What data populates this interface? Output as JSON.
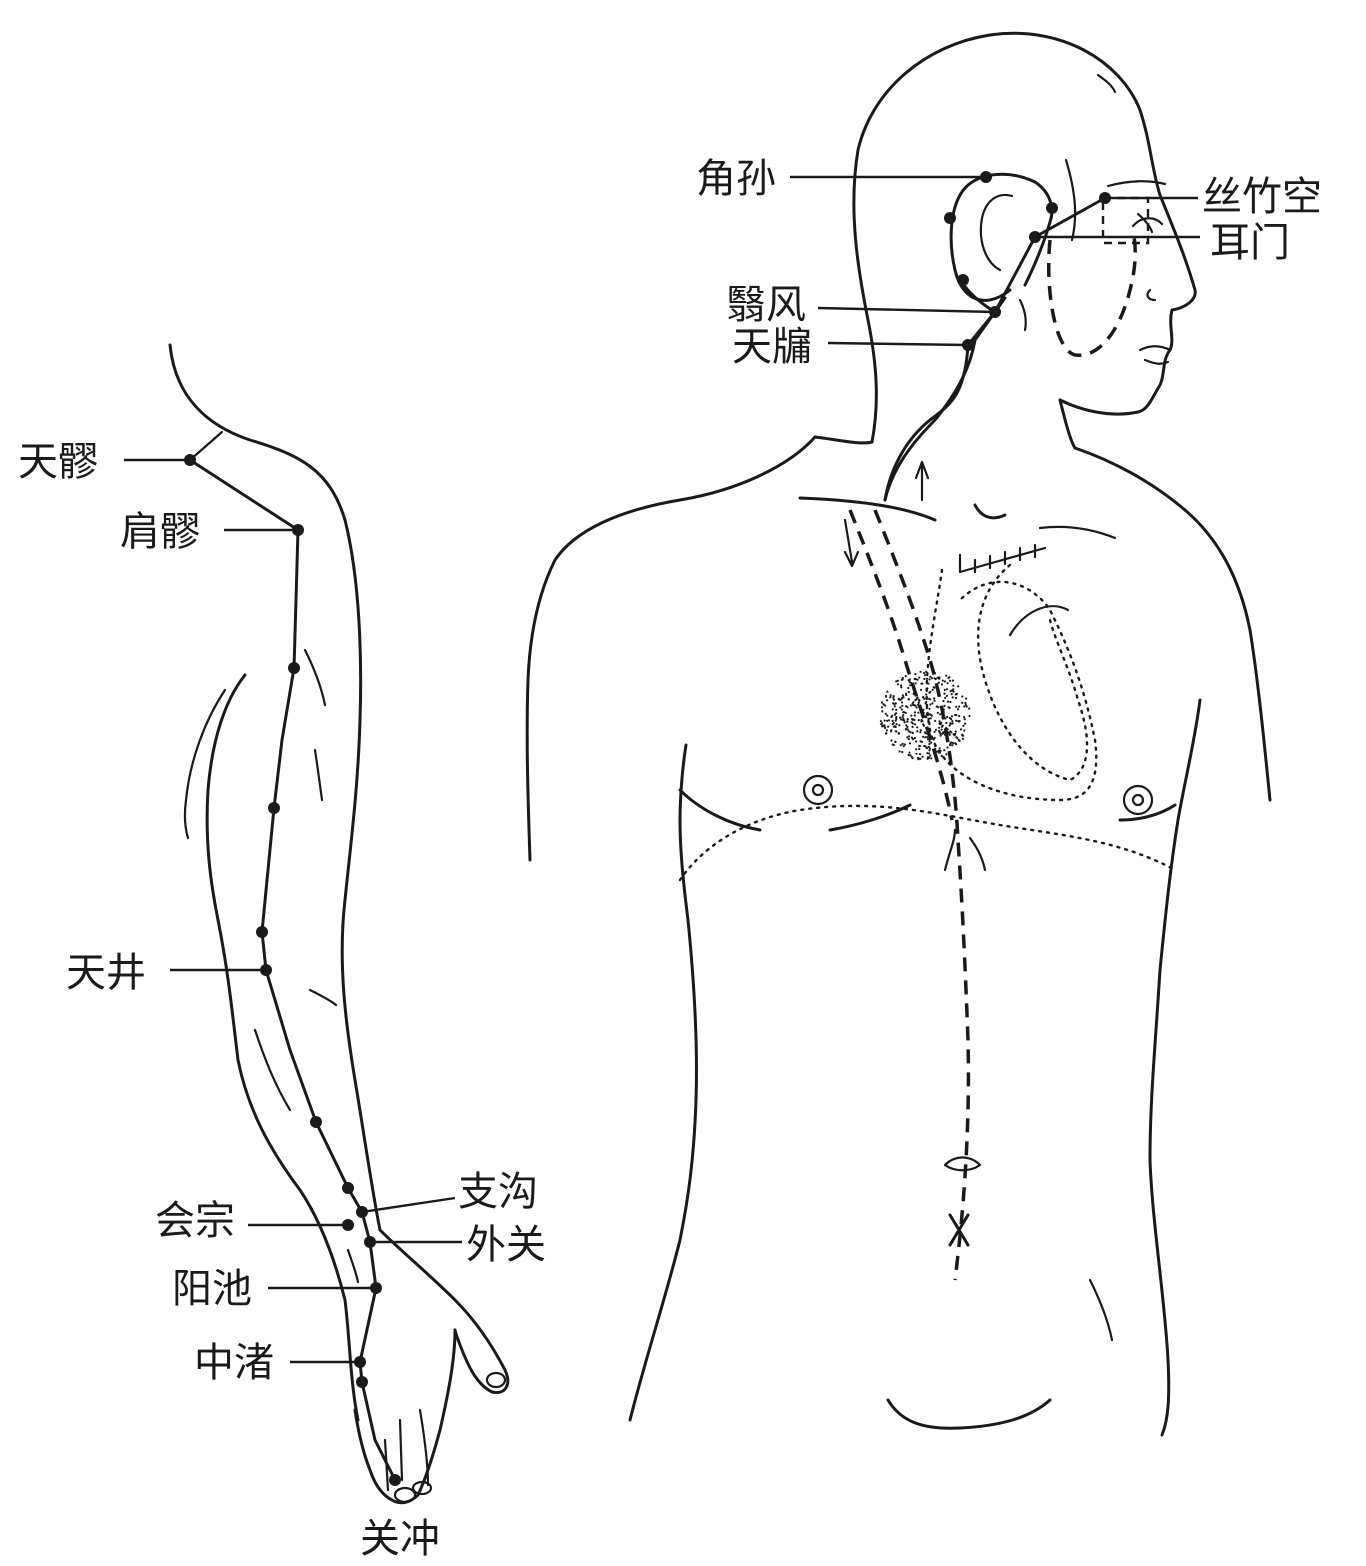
{
  "figure": {
    "arm_labels": {
      "tianliao": "天髎",
      "jianliao": "肩髎",
      "tianjing": "天井",
      "zhigou": "支沟",
      "huizong": "会宗",
      "waiguan": "外关",
      "yangchi": "阳池",
      "zhongzhu": "中渚",
      "guanchong": "关冲"
    },
    "head_labels": {
      "jiaosun": "角孙",
      "sizhukong": "丝竹空",
      "ermen": "耳门",
      "yifeng": "翳风",
      "tianyou": "天牖"
    }
  },
  "colors": {
    "ink": "#1a1a1a",
    "background": "#ffffff"
  }
}
